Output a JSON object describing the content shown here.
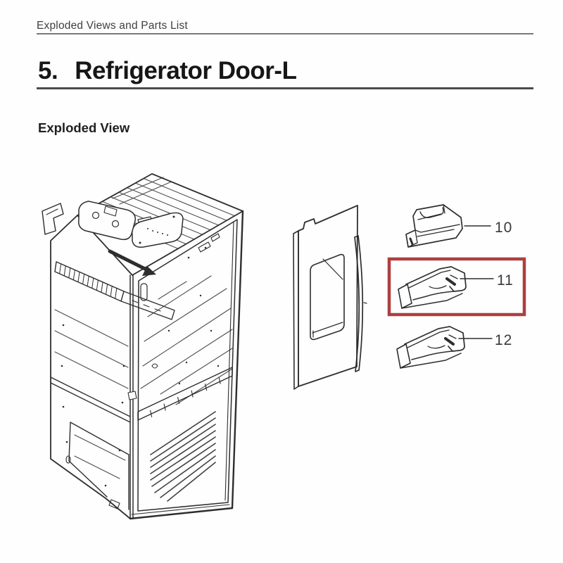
{
  "page": {
    "breadcrumb": "Exploded Views and Parts List",
    "title": {
      "number": "5.",
      "text": "Refrigerator Door-L"
    },
    "section_heading": "Exploded View"
  },
  "diagram": {
    "parts": [
      {
        "label": "10",
        "highlighted": false
      },
      {
        "label": "11",
        "highlighted": true
      },
      {
        "label": "12",
        "highlighted": false
      }
    ],
    "highlight_color": "#ae3f3f",
    "line_color": "#2e2e2e",
    "label_color": "#3a3a3a"
  }
}
